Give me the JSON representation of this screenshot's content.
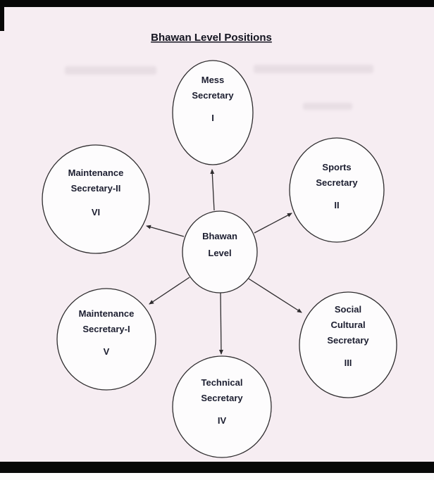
{
  "page": {
    "title": "Bhawan Level Positions"
  },
  "diagram": {
    "center": {
      "lines": [
        "Bhawan",
        "Level"
      ]
    },
    "nodes": [
      {
        "name": "Mess Secretary",
        "lines": [
          "Mess",
          "Secretary"
        ],
        "numeral": "I"
      },
      {
        "name": "Sports Secretary",
        "lines": [
          "Sports",
          "Secretary"
        ],
        "numeral": "II"
      },
      {
        "name": "Social Cultural Secretary",
        "lines": [
          "Social",
          "Cultural",
          "Secretary"
        ],
        "numeral": "III"
      },
      {
        "name": "Technical Secretary",
        "lines": [
          "Technical",
          "Secretary"
        ],
        "numeral": "IV"
      },
      {
        "name": "Maintenance Secretary-I",
        "lines": [
          "Maintenance",
          "Secretary-I"
        ],
        "numeral": "V"
      },
      {
        "name": "Maintenance Secretary-II",
        "lines": [
          "Maintenance",
          "Secretary-II"
        ],
        "numeral": "VI"
      }
    ],
    "colors": {
      "paper": "#f6edf2",
      "node_fill": "#fdfcfd",
      "stroke": "#2e2c2e",
      "ink": "#1c1e30"
    }
  }
}
